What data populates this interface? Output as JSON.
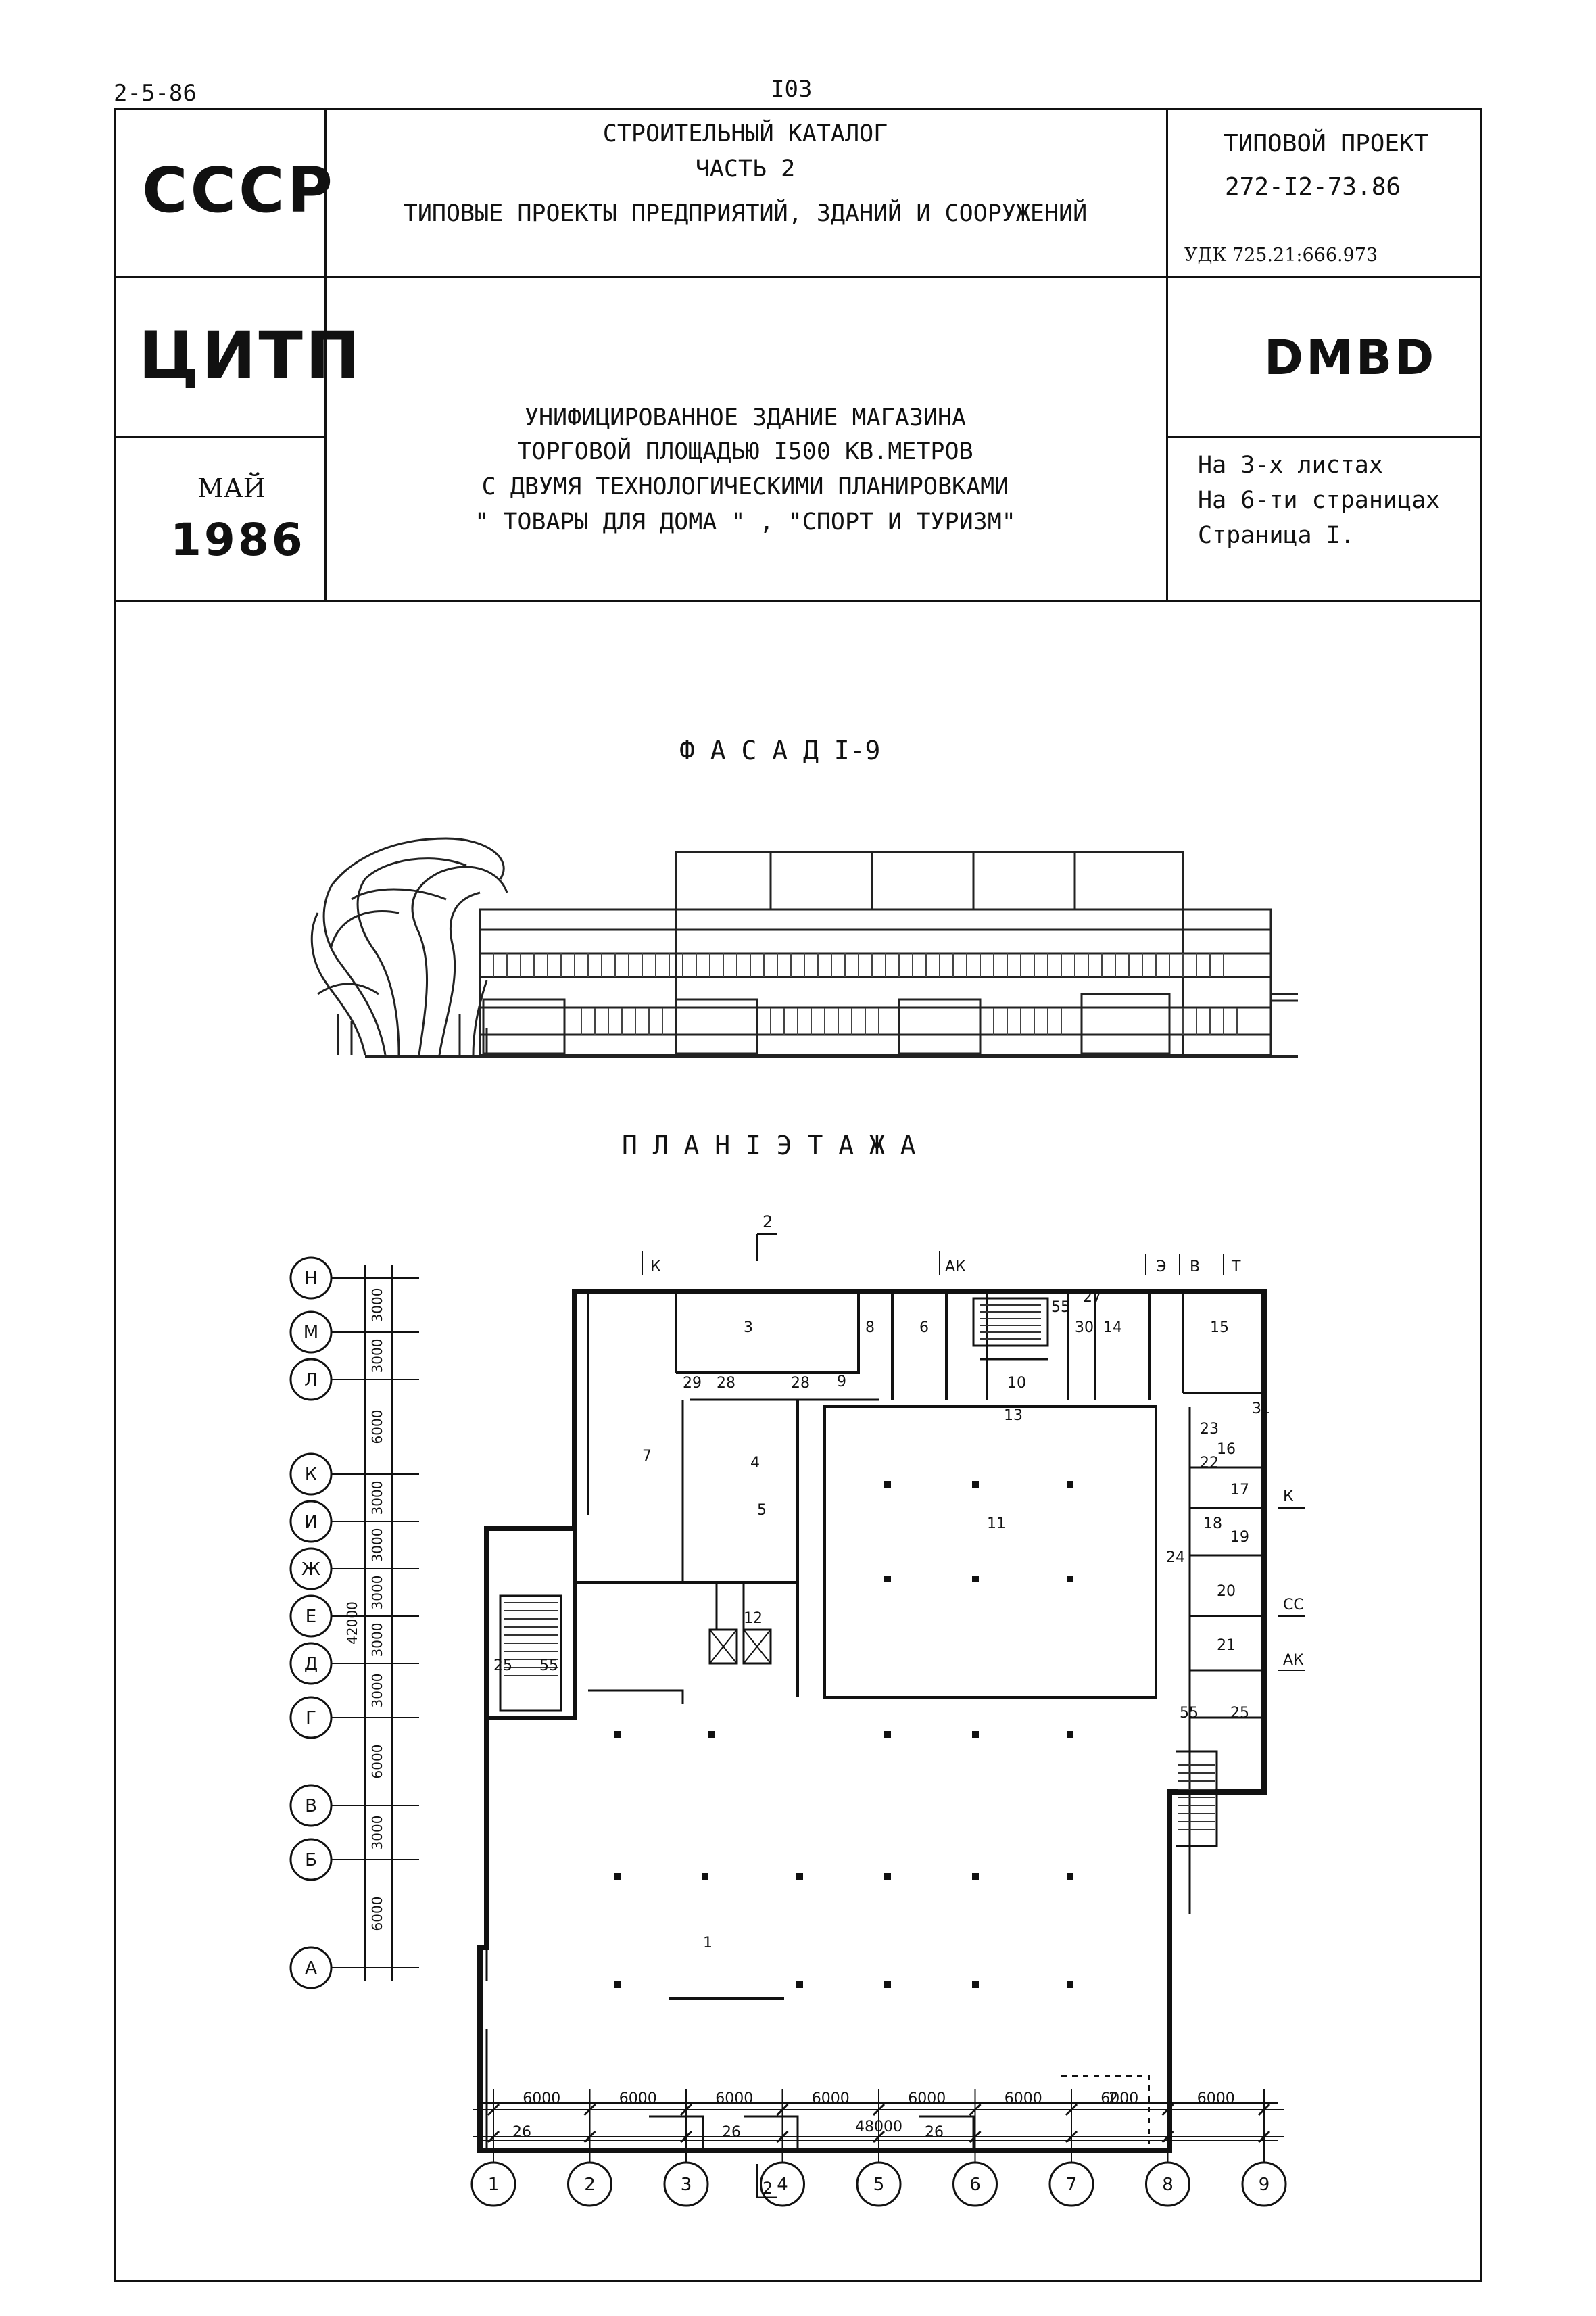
{
  "page": {
    "sheet_code": "2-5-86",
    "page_number": "I03"
  },
  "header": {
    "country": "СССР",
    "org": "ЦИТП",
    "month": "МАЙ",
    "year": "1986",
    "catalog_line1": "СТРОИТЕЛЬНЫЙ КАТАЛОГ",
    "catalog_line2": "ЧАСТЬ 2",
    "catalog_line3": "ТИПОВЫЕ ПРОЕКТЫ ПРЕДПРИЯТИЙ,  ЗДАНИЙ И СООРУЖЕНИЙ",
    "project_label": "ТИПОВОЙ ПРОЕКТ",
    "project_number": "272-I2-73.86",
    "udk": "УДК 725.21:666.973",
    "code": "DMBD",
    "title_line1": "УНИФИЦИРОВАННОЕ ЗДАНИЕ МАГАЗИНА",
    "title_line2": "ТОРГОВОЙ ПЛОЩАДЬЮ I500 КВ.МЕТРОВ",
    "title_line3": "С ДВУМЯ ТЕХНОЛОГИЧЕСКИМИ ПЛАНИРОВКАМИ",
    "title_line4": "\" ТОВАРЫ  ДЛЯ  ДОМА \"  , \"СПОРТ И ТУРИЗМ\"",
    "sheets_line1": "На 3-х листах",
    "sheets_line2": "На 6-ти страницах",
    "sheets_line3": "Страница I."
  },
  "facade": {
    "title": "Ф А С А Д   I-9"
  },
  "plan": {
    "title": "П Л А Н   I   Э Т А Ж А",
    "section_mark": "2",
    "entrance_marks": [
      "К",
      "АК",
      "Э",
      "В",
      "Т",
      "К",
      "СС",
      "АК"
    ],
    "row_axes": [
      "Н",
      "М",
      "Л",
      "К",
      "И",
      "Ж",
      "Е",
      "Д",
      "Г",
      "В",
      "Б",
      "А"
    ],
    "row_dims": [
      "3000",
      "3000",
      "6000",
      "3000",
      "3000",
      "3000",
      "3000",
      "3000",
      "6000",
      "3000",
      "6000"
    ],
    "row_total": "42000",
    "col_axes": [
      "1",
      "2",
      "3",
      "4",
      "5",
      "6",
      "7",
      "8",
      "9"
    ],
    "col_dims": [
      "6000",
      "6000",
      "6000",
      "6000",
      "6000",
      "6000",
      "6000",
      "6000"
    ],
    "col_total": "48000",
    "rooms": [
      "1",
      "2",
      "3",
      "4",
      "5",
      "6",
      "7",
      "8",
      "9",
      "10",
      "11",
      "12",
      "13",
      "14",
      "15",
      "16",
      "17",
      "18",
      "19",
      "20",
      "21",
      "22",
      "23",
      "24",
      "25",
      "25",
      "26",
      "26",
      "26",
      "27",
      "28",
      "28",
      "29",
      "30",
      "31",
      "55",
      "55",
      "55"
    ]
  }
}
